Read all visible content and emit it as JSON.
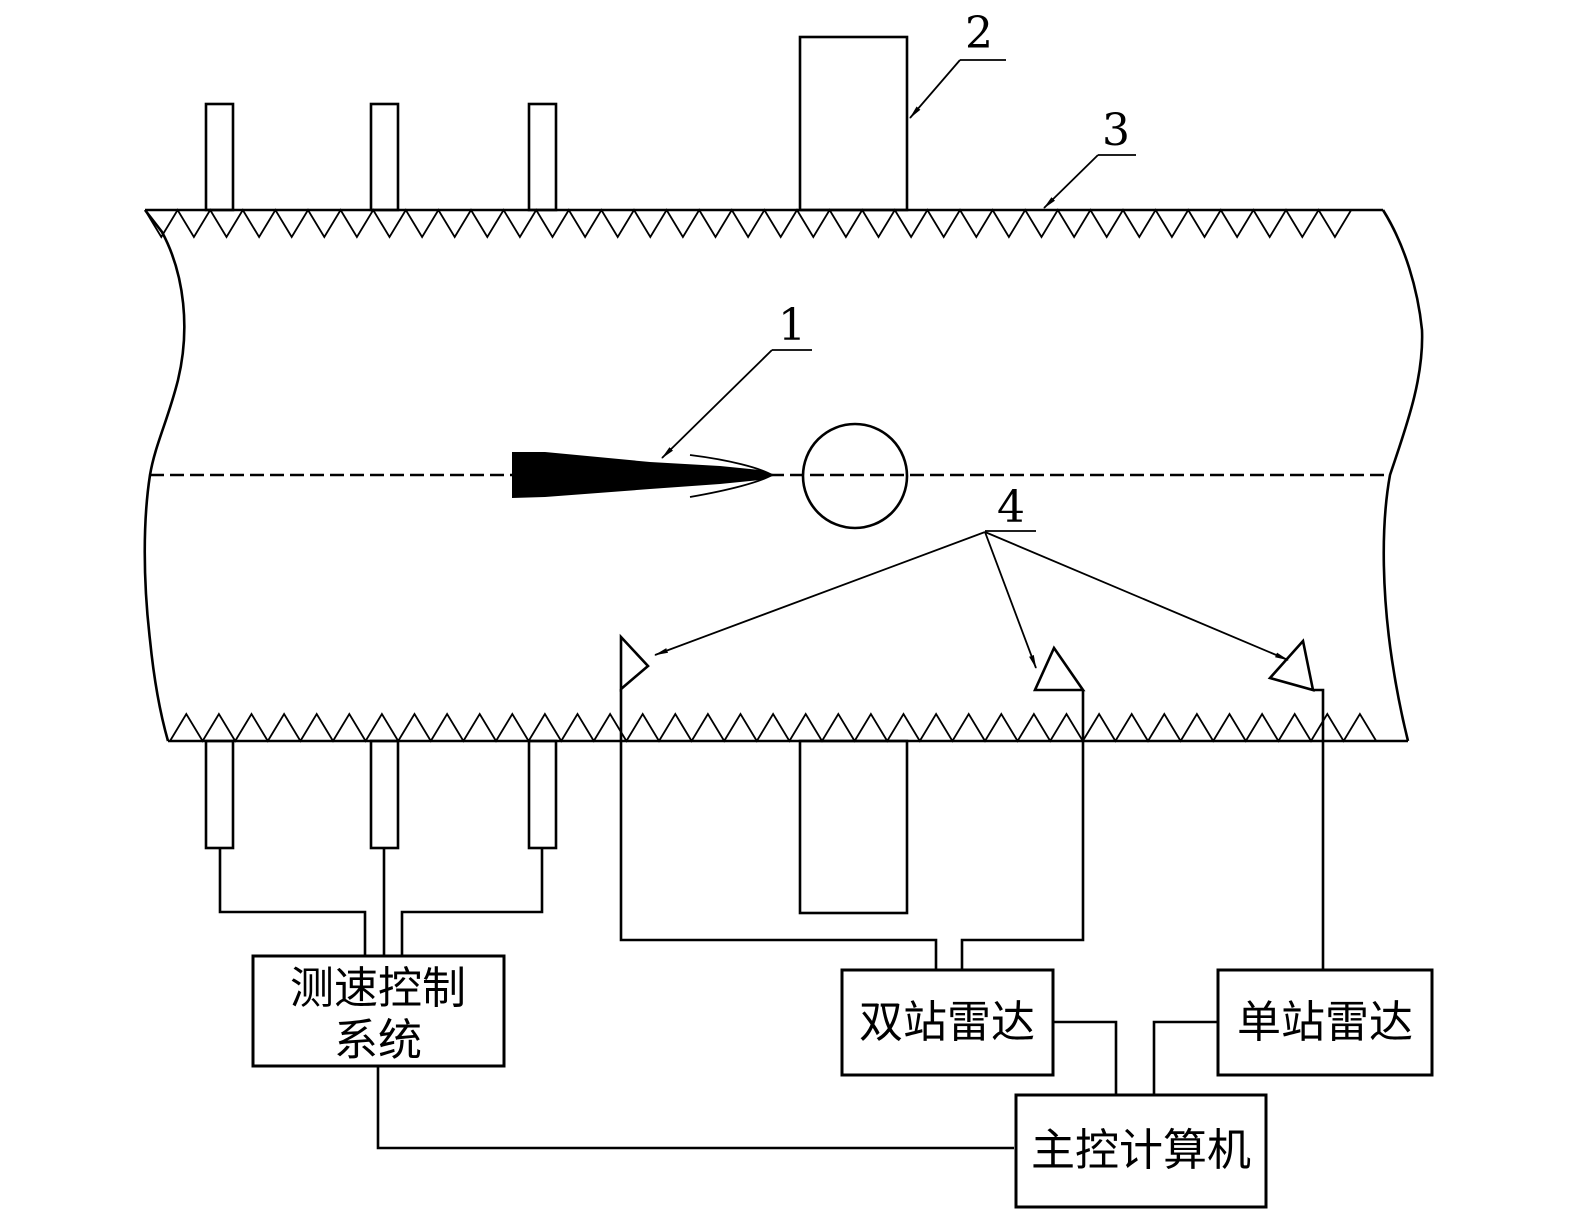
{
  "diagram": {
    "title": "Projectile velocity measurement and radar tracking system in a test tube/tunnel",
    "colors": {
      "stroke": "#000000",
      "background": "#ffffff"
    },
    "callouts": [
      {
        "id": "1",
        "label": "1",
        "target": "projectile"
      },
      {
        "id": "2",
        "label": "2",
        "target": "target-mount-box"
      },
      {
        "id": "3",
        "label": "3",
        "target": "absorber-wall"
      },
      {
        "id": "4",
        "label": "4",
        "target": "radar-antennas"
      }
    ],
    "blocks": {
      "speed_control": {
        "line1": "测速控制",
        "line2": "系统"
      },
      "bistatic_radar": {
        "label": "双站雷达"
      },
      "monostatic_radar": {
        "label": "单站雷达"
      },
      "main_computer": {
        "label": "主控计算机"
      }
    },
    "components": {
      "top_sensors_count": 3,
      "bottom_sensors_count": 3,
      "antenna_count": 3
    }
  }
}
